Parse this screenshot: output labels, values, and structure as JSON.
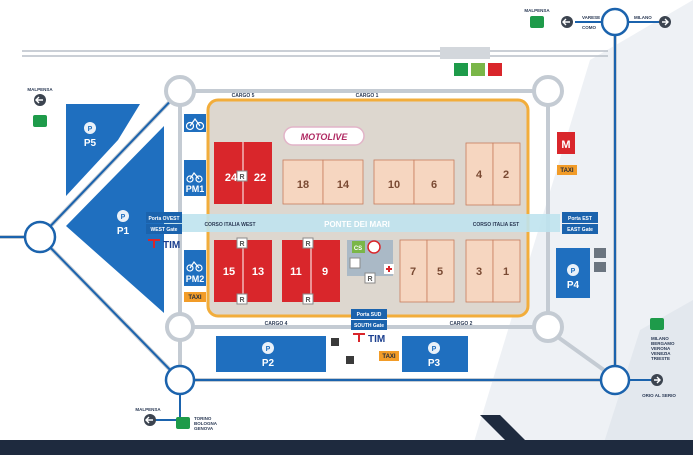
{
  "colors": {
    "blue_dark": "#1b63ad",
    "blue_parking": "#1f6fbf",
    "red_hall": "#d9262b",
    "beige_hall": "#f6d6c0",
    "orange_border": "#f2ad3b",
    "grey_area": "#ddd7cf",
    "road_grey": "#c4cbd3",
    "bridge": "#bfe3ee",
    "motorway_green": "#1e9b4a",
    "taxi_orange": "#f29c28",
    "navy_band": "#1e2a3e"
  },
  "icons": [
    "motorway-icon",
    "arrow-left-icon",
    "arrow-right-icon",
    "bike-icon",
    "restroom-icon",
    "atm-icon",
    "first-aid-icon",
    "accessible-icon",
    "parking-icon",
    "metro-icon",
    "train-logo-icon"
  ],
  "parking": {
    "p5": "P5",
    "p1": "P1",
    "pm1": "PM1",
    "pm2": "PM2",
    "p2": "P2",
    "p3": "P3",
    "p4": "P4",
    "p_letter": "P"
  },
  "halls": {
    "h24": "24",
    "h22": "22",
    "h18": "18",
    "h14": "14",
    "h10": "10",
    "h6": "6",
    "h4": "4",
    "h2": "2",
    "h15": "15",
    "h13": "13",
    "h11": "11",
    "h9": "9",
    "h7": "7",
    "h5": "5",
    "h3": "3",
    "h1": "1"
  },
  "markers": {
    "r": "R",
    "cs": "CS",
    "m": "M"
  },
  "gates": {
    "west_1": "Porta OVEST",
    "west_2": "WEST Gate",
    "east_1": "Porta EST",
    "east_2": "EAST Gate",
    "south_1": "Porta SUD",
    "south_2": "SOUTH Gate"
  },
  "roads": {
    "bridge": "PONTE DEI MARI",
    "corso_west": "CORSO ITALIA WEST",
    "corso_east": "CORSO ITALIA EST",
    "cargo_5": "CARGO 5",
    "cargo_1": "CARGO 1",
    "cargo_4": "CARGO 4",
    "cargo_2": "CARGO 2"
  },
  "taxi": "TAXI",
  "tim": "TIM",
  "motolive": "MOTOLIVE",
  "directions": {
    "malpensa_top": "MALPENSA",
    "varese": "VARESE",
    "como": "COMO",
    "milano": "MILANO",
    "malpensa_left": "MALPENSA",
    "milano_list": [
      "MILANO",
      "BERGAMO",
      "VERONA",
      "VENEZIA",
      "TRIESTE"
    ],
    "orio": "ORIO AL SERIO",
    "malpensa_bottom": "MALPENSA",
    "torino_list": [
      "TORINO",
      "BOLOGNA",
      "GENOVA"
    ]
  }
}
